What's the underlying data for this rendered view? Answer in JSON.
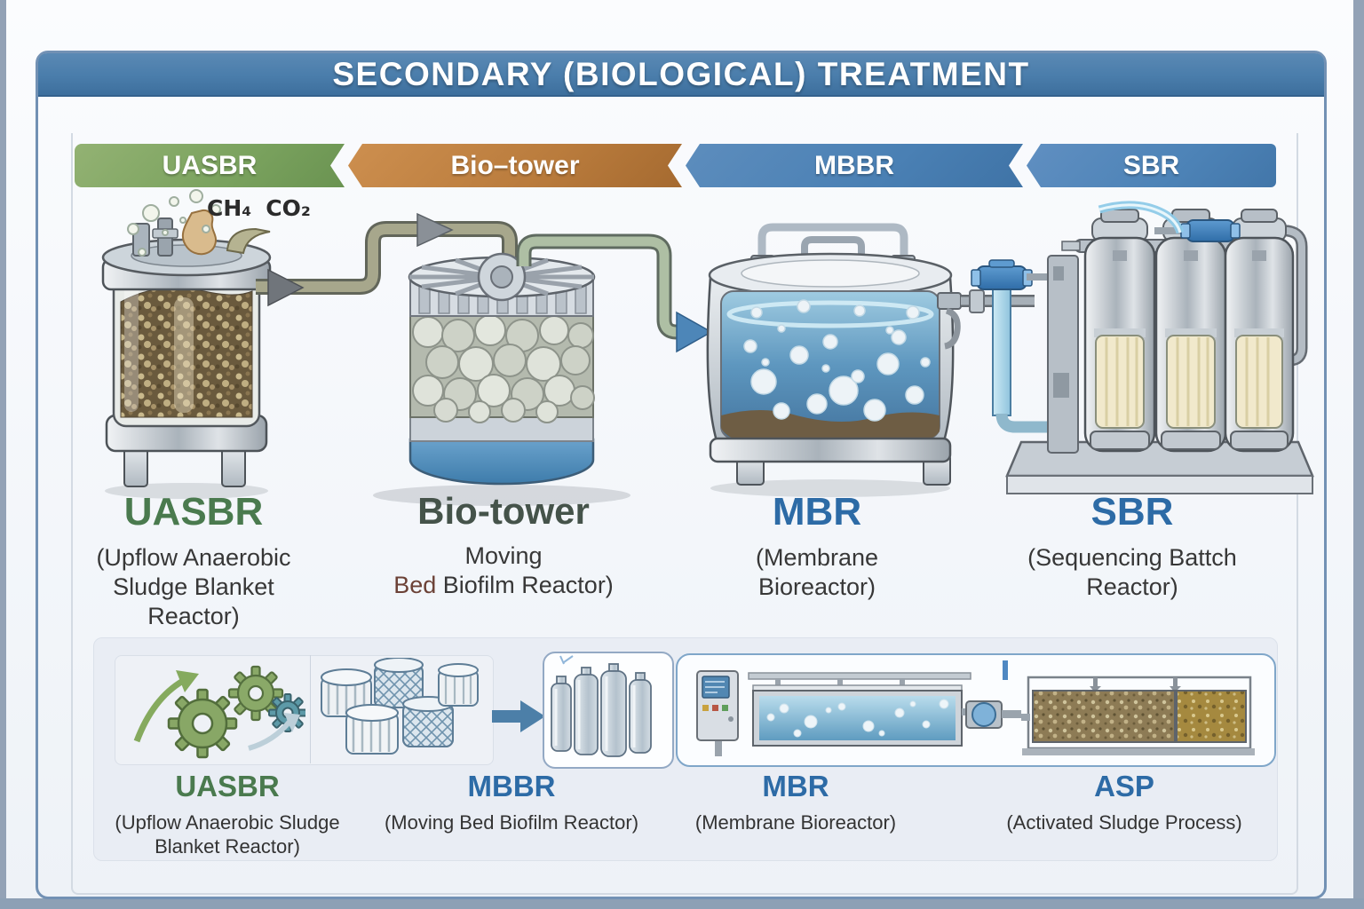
{
  "title": "SECONDARY (BIOLOGICAL) TREATMENT",
  "ribbon": [
    {
      "label": "UASBR",
      "color": "#7aa25e"
    },
    {
      "label": "Bio–tower",
      "color": "#b97b3c"
    },
    {
      "label": "MBBR",
      "color": "#4a80b4"
    },
    {
      "label": "SBR",
      "color": "#4d83b7"
    }
  ],
  "gases": {
    "ch4": "CH₄",
    "co2": "CO₂"
  },
  "units": {
    "uasbr": {
      "abbr": "UASBR",
      "line1": "(Upflow Anaerobic",
      "line2": "Sludge Blanket",
      "line3": "Reactor)"
    },
    "biotower": {
      "abbr": "Bio-tower",
      "line1": "Moving",
      "line2a": "Bed",
      "line2b": " Biofilm Reactor)"
    },
    "mbr": {
      "abbr": "MBR",
      "line1": "(Membrane",
      "line2": "Bioreactor)"
    },
    "sbr": {
      "abbr": "SBR",
      "line1": "(Sequencing Battch",
      "line2": "Reactor)"
    }
  },
  "bottom": {
    "uasbr": {
      "abbr": "UASBR",
      "line1": "(Upflow Anaerobic Sludge",
      "line2": "Blanket Reactor)"
    },
    "mbbr": {
      "abbr": "MBBR",
      "line1": "(Moving Bed Biofilm Reactor)"
    },
    "mbr": {
      "abbr": "MBR",
      "line1": "(Membrane Bioreactor)"
    },
    "asp": {
      "abbr": "ASP",
      "line1": "(Activated Sludge Process)"
    }
  },
  "icons": {
    "gears": "process-gears-icon",
    "media": "mbbr-media-carriers-icon",
    "arrow": "flow-arrow-right-icon",
    "membranes": "membrane-modules-icon",
    "plant": "mbr-asp-plant-illustration"
  },
  "colors": {
    "title_bar": "#4a7dab",
    "ribbon_green": "#7aa25e",
    "ribbon_orange": "#b97b3c",
    "ribbon_blue": "#4a80b4",
    "label_green": "#4a7a4e",
    "label_blue": "#2d6ba6",
    "panel_bg": "#e9edf4",
    "water_blue": "#4981ad"
  }
}
